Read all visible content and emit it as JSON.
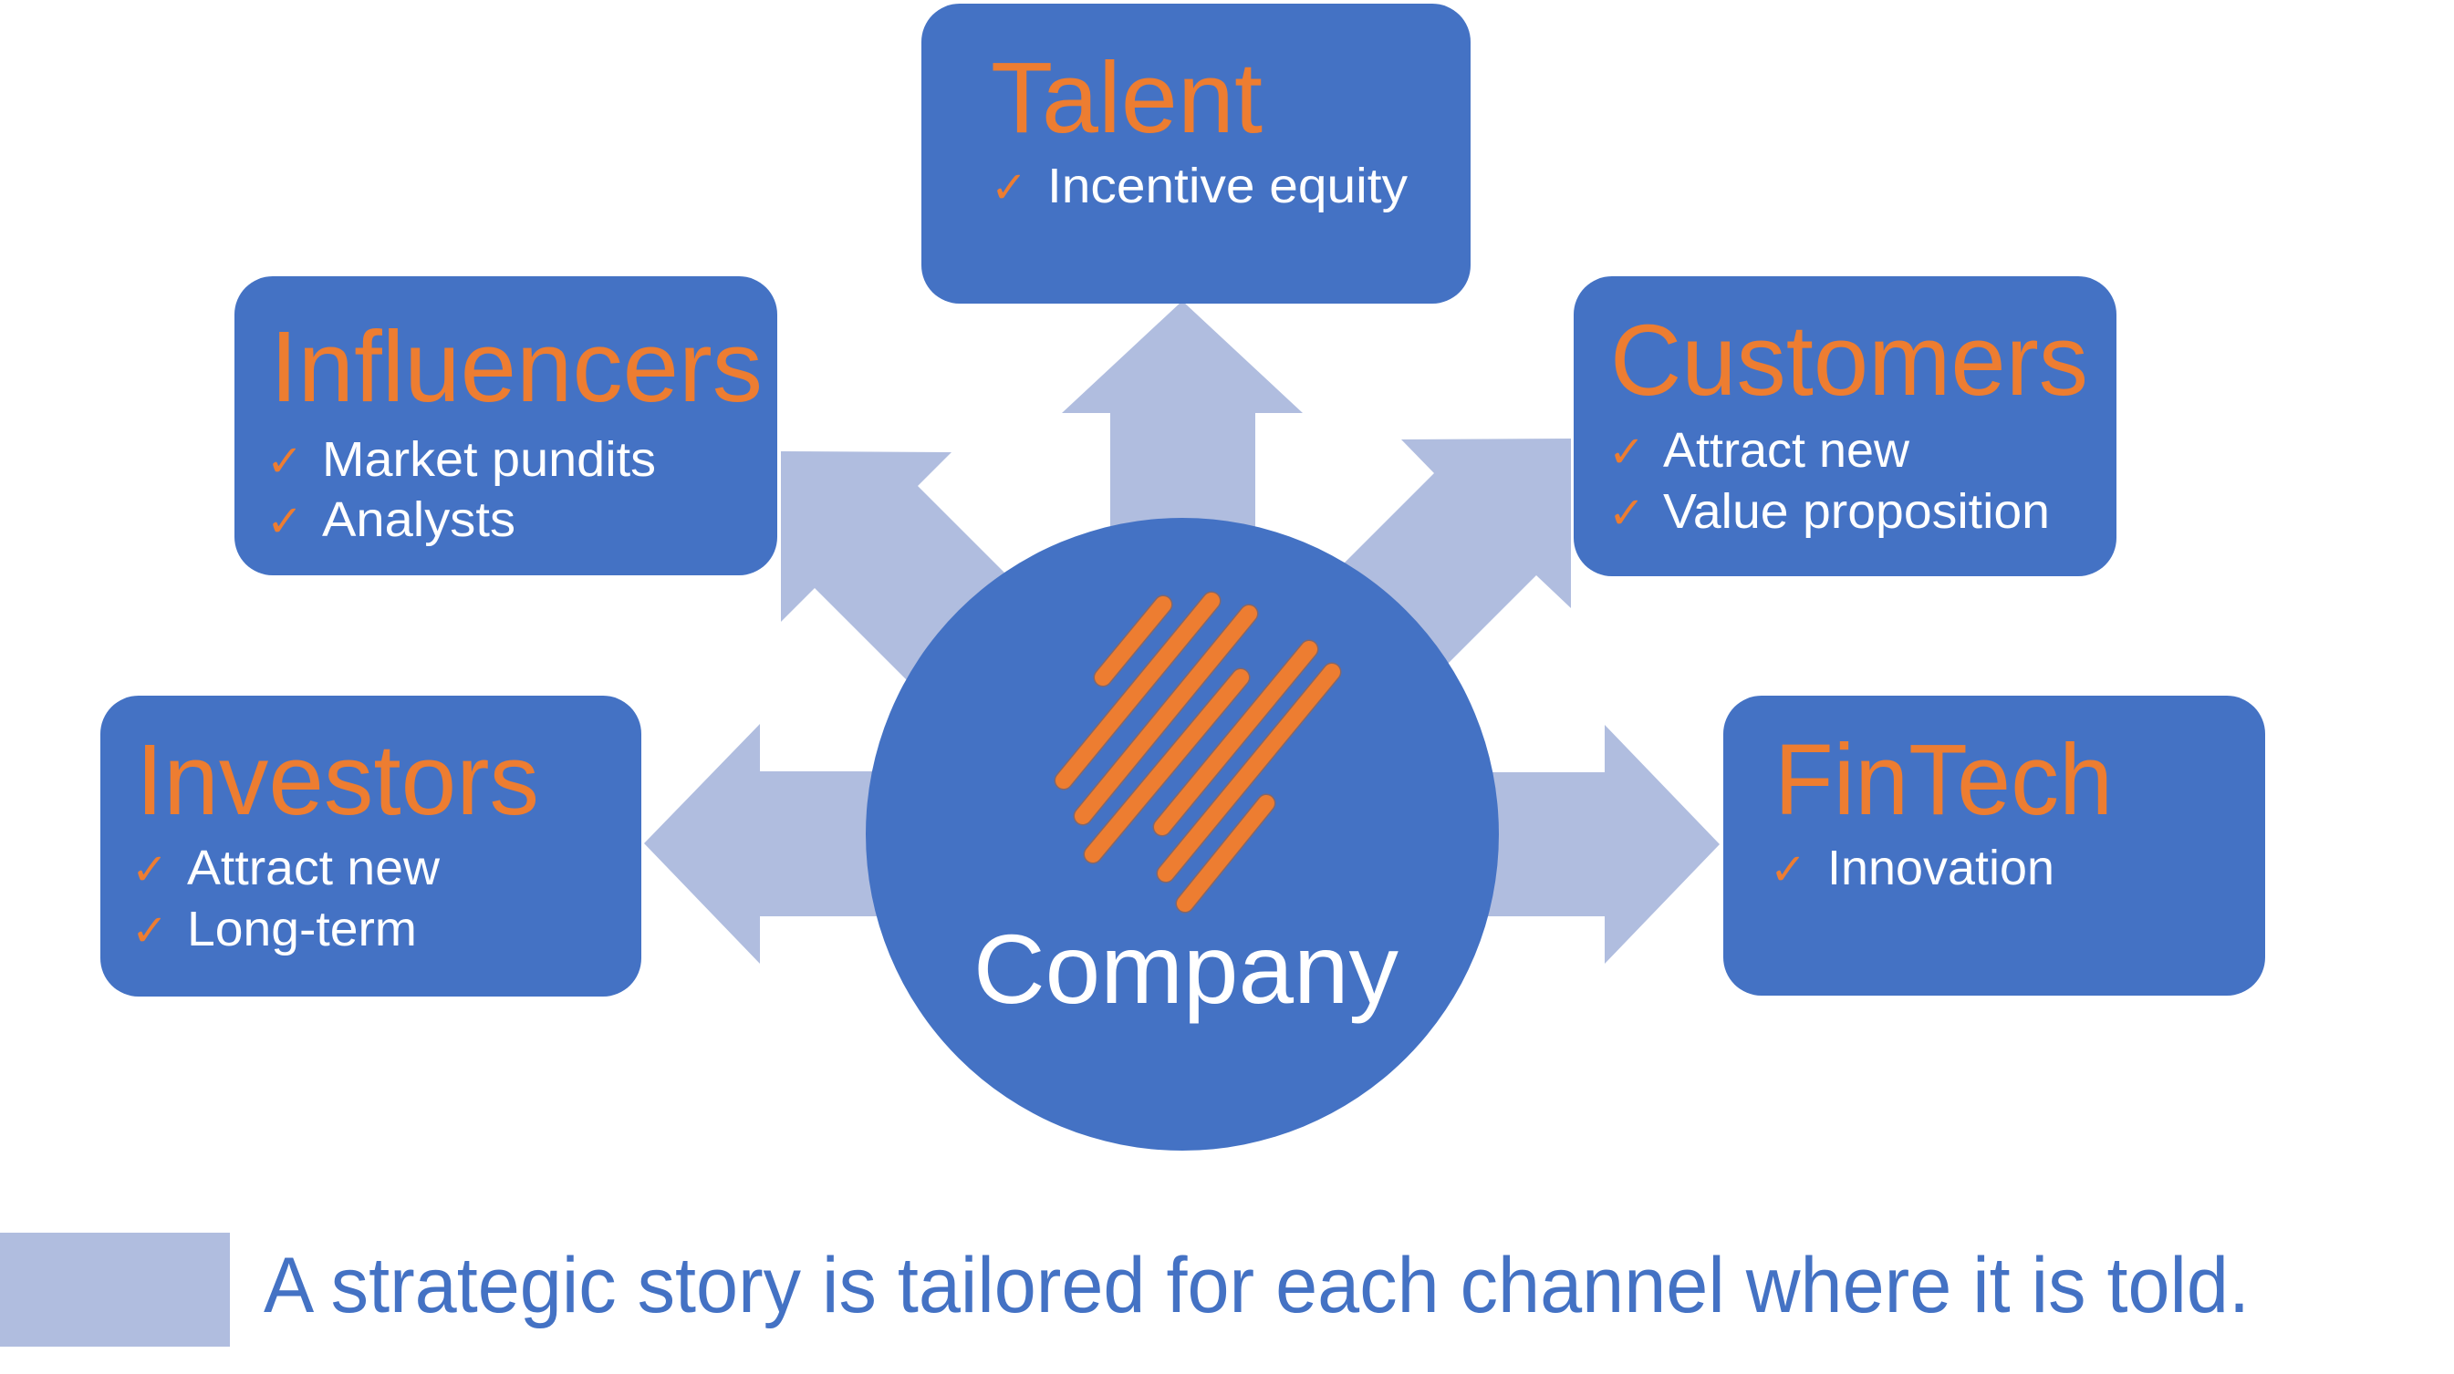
{
  "diagram": {
    "hub": {
      "label": "Company",
      "logo": "company-logo-stripes-icon"
    },
    "bullet_icon": "checkmark-icon",
    "bullet_glyph": "✓",
    "channels": [
      {
        "id": "talent",
        "title": "Talent",
        "bullets": [
          "Incentive equity"
        ],
        "arrow_direction": "up"
      },
      {
        "id": "influencers",
        "title": "Influencers",
        "bullets": [
          "Market pundits",
          "Analysts"
        ],
        "arrow_direction": "up-left"
      },
      {
        "id": "customers",
        "title": "Customers",
        "bullets": [
          "Attract new",
          "Value proposition"
        ],
        "arrow_direction": "up-right"
      },
      {
        "id": "investors",
        "title": "Investors",
        "bullets": [
          "Attract new",
          "Long-term"
        ],
        "arrow_direction": "left"
      },
      {
        "id": "fintech",
        "title": "FinTech",
        "bullets": [
          "Innovation"
        ],
        "arrow_direction": "right"
      }
    ]
  },
  "legend": {
    "caption": "A strategic story is tailored for each channel where it is told."
  },
  "colors": {
    "box": "#4472C4",
    "accent": "#ED7D31",
    "arrow": "#B0BDDF",
    "text_light": "#FFFFFF",
    "caption": "#4472C4"
  }
}
